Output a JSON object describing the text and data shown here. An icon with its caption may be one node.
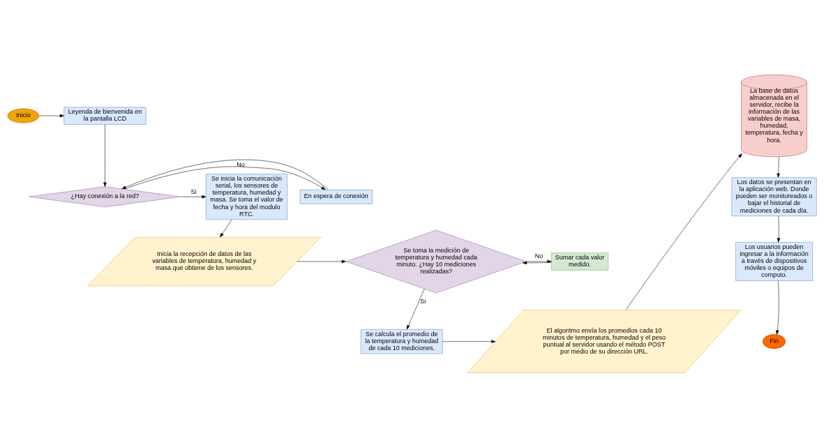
{
  "diagram": {
    "nodes": [
      {
        "text": [
          "Inicio"
        ]
      },
      {
        "text": [
          "Leyenda de bienvenida en la pantalla LCD"
        ]
      },
      {
        "text": [
          "¿Hay conexión a la red?"
        ]
      },
      {
        "text": [
          "En espera de conexión"
        ]
      },
      {
        "text": [
          "Se inicia la comunicación serial, los sensores de temperatura, humedad y masa. Se toma el valor de fecha y hora del modulo  RTC."
        ]
      },
      {
        "text": [
          "Inicia la recepción de datos de las variables de temperatura, humedad y masa que obtiene de los sensores."
        ]
      },
      {
        "text": [
          "Se toma la medición de temperatura y humedad cada minuto. ¿Hay 10 mediciones realizadas?"
        ]
      },
      {
        "text": [
          "Sumar cada valor medido."
        ]
      },
      {
        "text": [
          "Se calcula el promedio de la temperatura y humedad de cada 10 mediciones."
        ]
      },
      {
        "text": [
          "El algoritmo envía los promedios cada 10 minutos de temperatura, humedad y el peso puntual al servidor usando el método POST por medio de su dirección URL."
        ]
      },
      {
        "text": [
          "La base de datos almacenada en el servidor, recibe la información de las variables de masa, humedad, temperatura, fecha y hora."
        ]
      },
      {
        "text": [
          "Los datos se presentan en la aplicación web. Donde pueden ser monitoreados o bajar el historial de mediciones de cada día."
        ]
      },
      {
        "text": [
          "Los usuarios pueden ingresar a la información a través de dispositivos móviles o equipos de computo."
        ]
      },
      {
        "text": [
          "Fin"
        ]
      }
    ],
    "edges": [
      {
        "from": 0,
        "to": 1,
        "arrow": "to"
      },
      {
        "from": 1,
        "to": 2,
        "arrow": "to"
      },
      {
        "from": 2,
        "to": 3,
        "arrow": "to",
        "label": "No"
      },
      {
        "from": 3,
        "to": 2,
        "arrow": "to"
      },
      {
        "from": 2,
        "to": 4,
        "arrow": "to",
        "label": "Si"
      },
      {
        "from": 4,
        "to": 5,
        "arrow": "to"
      },
      {
        "from": 5,
        "to": 6,
        "arrow": "to"
      },
      {
        "from": 6,
        "to": 7,
        "arrow": "to",
        "label": "No"
      },
      {
        "from": 7,
        "to": 6,
        "arrow": "to"
      },
      {
        "from": 6,
        "to": 8,
        "arrow": "to",
        "label": "Si"
      },
      {
        "from": 8,
        "to": 9,
        "arrow": "to"
      },
      {
        "from": 9,
        "to": 10,
        "arrow": "to"
      },
      {
        "from": 10,
        "to": 11,
        "arrow": "to"
      },
      {
        "from": 11,
        "to": 12,
        "arrow": "to"
      },
      {
        "from": 12,
        "to": 13,
        "arrow": "to"
      }
    ]
  }
}
